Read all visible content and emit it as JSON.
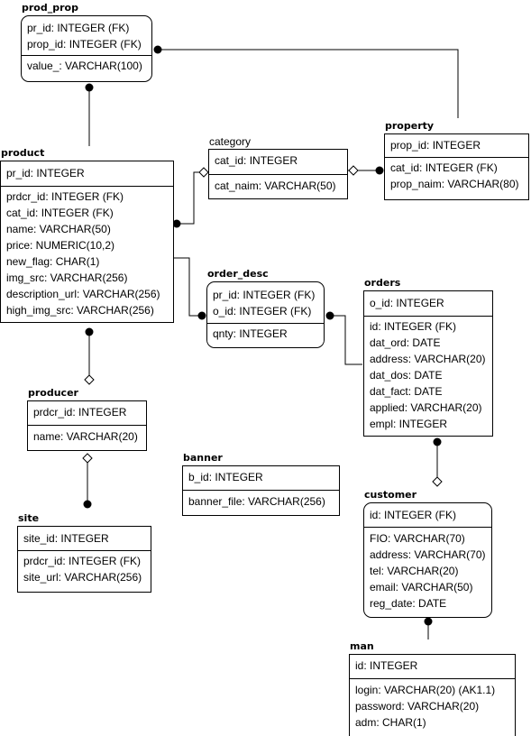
{
  "entities": {
    "prod_prop": {
      "title": "prod_prop",
      "key": [
        "pr_id: INTEGER (FK)",
        "prop_id: INTEGER (FK)"
      ],
      "attrs": [
        "value_: VARCHAR(100)"
      ]
    },
    "property": {
      "title": "property",
      "key": [
        "prop_id: INTEGER"
      ],
      "attrs": [
        "cat_id: INTEGER (FK)",
        "prop_naim: VARCHAR(80)"
      ]
    },
    "category": {
      "title": "category",
      "key": [
        "cat_id: INTEGER"
      ],
      "attrs": [
        "cat_naim: VARCHAR(50)"
      ]
    },
    "product": {
      "title": "product",
      "key": [
        "pr_id: INTEGER"
      ],
      "attrs": [
        "prdcr_id: INTEGER (FK)",
        "cat_id: INTEGER (FK)",
        "name: VARCHAR(50)",
        "price: NUMERIC(10,2)",
        "new_flag: CHAR(1)",
        "img_src: VARCHAR(256)",
        "description_url: VARCHAR(256)",
        "high_img_src: VARCHAR(256)"
      ]
    },
    "order_desc": {
      "title": "order_desc",
      "key": [
        "pr_id: INTEGER (FK)",
        "o_id: INTEGER (FK)"
      ],
      "attrs": [
        "qnty: INTEGER"
      ]
    },
    "orders": {
      "title": "orders",
      "key": [
        "o_id: INTEGER"
      ],
      "attrs": [
        "id: INTEGER (FK)",
        "dat_ord: DATE",
        "address: VARCHAR(20)",
        "dat_dos: DATE",
        "dat_fact: DATE",
        "applied: VARCHAR(20)",
        "empl: INTEGER"
      ]
    },
    "producer": {
      "title": "producer",
      "key": [
        "prdcr_id: INTEGER"
      ],
      "attrs": [
        "name: VARCHAR(20)"
      ]
    },
    "banner": {
      "title": "banner",
      "key": [
        "b_id: INTEGER"
      ],
      "attrs": [
        "banner_file: VARCHAR(256)"
      ]
    },
    "site": {
      "title": "site",
      "key": [
        "site_id: INTEGER"
      ],
      "attrs": [
        "prdcr_id: INTEGER (FK)",
        "site_url: VARCHAR(256)"
      ]
    },
    "customer": {
      "title": "customer",
      "key": [
        "id: INTEGER (FK)"
      ],
      "attrs": [
        "FIO: VARCHAR(70)",
        "address: VARCHAR(70)",
        "tel: VARCHAR(20)",
        "email: VARCHAR(50)",
        "reg_date: DATE"
      ]
    },
    "man": {
      "title": "man",
      "key": [
        "id: INTEGER"
      ],
      "attrs": [
        "login: VARCHAR(20) (AK1.1)",
        "password: VARCHAR(20)",
        "adm: CHAR(1)"
      ]
    }
  },
  "line_color": "#000000"
}
